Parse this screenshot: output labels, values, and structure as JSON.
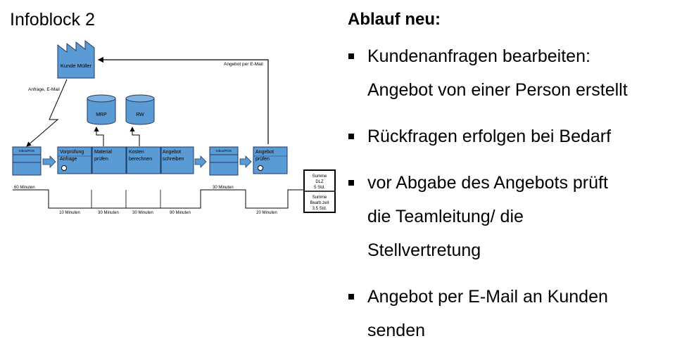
{
  "left": {
    "title": "Infoblock 2",
    "diagram": {
      "customer": "Kunde Müller",
      "email_top": "Angebot per E-Mail",
      "request": "Anfrage, E-Mail",
      "db1": "MRP",
      "db2": "RW",
      "inbox1": "Inbox/POS",
      "inbox2": "Inbox/POS",
      "step1_line1": "Vorprüfung",
      "step1_line2": "Anfrage",
      "step2_line1": "Material",
      "step2_line2": "prüfen",
      "step3_line1": "Kosten",
      "step3_line2": "berechnen",
      "step4_line1": "Angebot",
      "step4_line2": "schreiben",
      "step5_line1": "Angebot",
      "step5_line2": "prüfen",
      "wait1": "60 Minuten",
      "wait2": "30 Minuten",
      "time1": "10 Minuten",
      "time2": "30 Minuten",
      "time3": "30 Minuten",
      "time4": "90 Minuten",
      "time5": "20 Minuten",
      "sum1_l1": "Summe",
      "sum1_l2": "DLZ",
      "sum1_l3": "5 Std.",
      "sum2_l1": "Summe",
      "sum2_l2": "Bearb.zeit",
      "sum2_l3": "3,5 Std."
    }
  },
  "right": {
    "heading": "Ablauf neu:",
    "bullets": [
      {
        "line1": "Kundenanfragen bearbeiten:",
        "line2": "Angebot von einer Person erstellt"
      },
      {
        "line1": "Rückfragen erfolgen bei Bedarf"
      },
      {
        "line1": "vor Abgabe des Angebots prüft",
        "line2": "die Teamleitung/ die",
        "line3": "Stellvertretung"
      },
      {
        "line1": "Angebot per E-Mail an Kunden",
        "line2": "senden"
      }
    ]
  },
  "colors": {
    "process_fill": "#5b9bd5",
    "process_stroke": "#1f3a5f"
  }
}
